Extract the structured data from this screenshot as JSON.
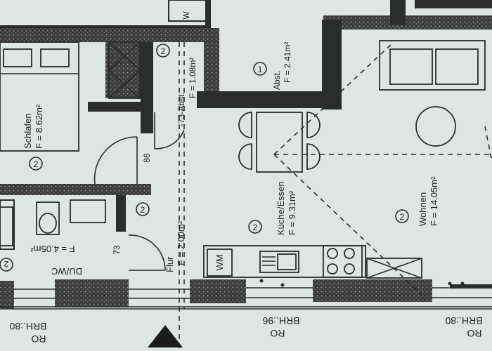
{
  "rooms": {
    "schlafen": {
      "marker": "2",
      "name": "Schlafen",
      "area": "F = 8.62m²"
    },
    "abst_top": {
      "marker": "2",
      "name": "-73-Abst.",
      "area": "F = 1.08m²"
    },
    "abst_mid": {
      "marker": "1",
      "name": "Abst.",
      "area": "F = 2.41m²"
    },
    "kueche": {
      "marker": "2",
      "name": "Küche/Essen",
      "area": "F = 9.31m²"
    },
    "wohnen": {
      "marker": "2",
      "name": "Wohnen",
      "area": "F = 14.05m²"
    },
    "flur": {
      "marker": "2",
      "name": "Flur",
      "area": "F = 2.00m²"
    },
    "duwc": {
      "marker": "2",
      "name": "DU/WC",
      "area": "F = 4.05m²"
    }
  },
  "labels": {
    "wm": "WM",
    "top_w": "W",
    "door_86": "86",
    "door_73": "73",
    "brh_left": "BRH.:80",
    "ro_left": "RO",
    "brh_mid": "BRH.:96",
    "ro_mid": "RO",
    "brh_right": "BRH.:80",
    "ro_right": "RO"
  }
}
